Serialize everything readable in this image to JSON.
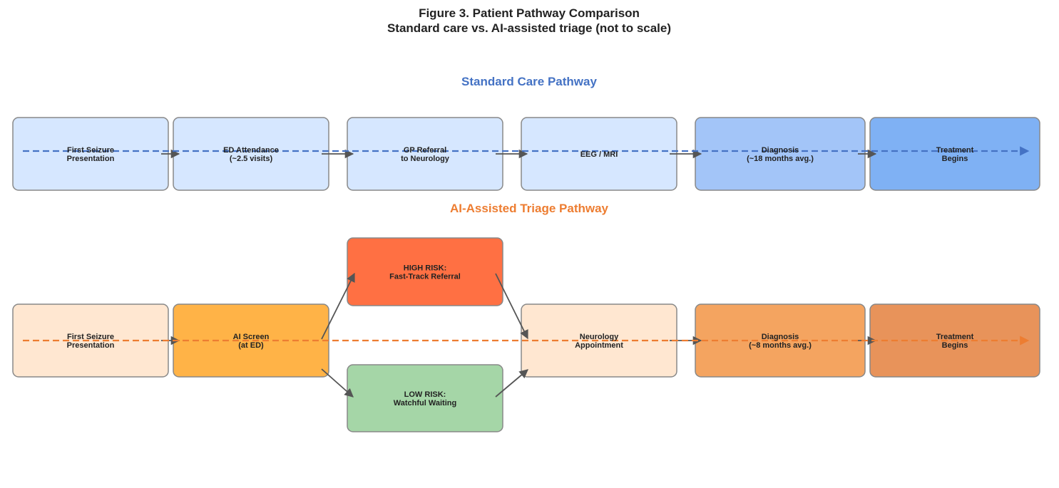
{
  "figure": {
    "title_line1": "Figure 3. Patient Pathway Comparison",
    "title_line2": "Standard care vs. AI-assisted triage (not to scale)"
  },
  "colors": {
    "standard_accent": "#4472C4",
    "ai_accent": "#ED7D31",
    "arrow": "#555555",
    "box_border": "#888888"
  },
  "standard": {
    "heading": "Standard Care Pathway",
    "steps": [
      {
        "id": "std-first-seizure",
        "lines": [
          "First Seizure",
          "Presentation"
        ],
        "fill": "#D6E7FF"
      },
      {
        "id": "std-ed-attendance",
        "lines": [
          "ED Attendance",
          "(~2.5 visits)"
        ],
        "fill": "#D6E7FF"
      },
      {
        "id": "std-gp-referral",
        "lines": [
          "GP Referral",
          "to Neurology"
        ],
        "fill": "#D6E7FF"
      },
      {
        "id": "std-eeg-mri",
        "lines": [
          "EEG / MRI"
        ],
        "fill": "#D6E7FF"
      },
      {
        "id": "std-diagnosis",
        "lines": [
          "Diagnosis",
          "(~18 months avg.)"
        ],
        "fill": "#A3C5F8"
      },
      {
        "id": "std-treatment",
        "lines": [
          "Treatment",
          "Begins"
        ],
        "fill": "#7FB1F4"
      }
    ]
  },
  "ai": {
    "heading": "AI-Assisted Triage Pathway",
    "steps": [
      {
        "id": "ai-first-seizure",
        "lines": [
          "First Seizure",
          "Presentation"
        ],
        "fill": "#FFE7D1"
      },
      {
        "id": "ai-screen",
        "lines": [
          "AI Screen",
          "(at ED)"
        ],
        "fill": "#FFB347"
      },
      {
        "id": "ai-high-risk",
        "lines": [
          "HIGH RISK:",
          "Fast-Track Referral"
        ],
        "fill": "#FF7043"
      },
      {
        "id": "ai-low-risk",
        "lines": [
          "LOW RISK:",
          "Watchful Waiting"
        ],
        "fill": "#A5D6A7"
      },
      {
        "id": "ai-neurology",
        "lines": [
          "Neurology",
          "Appointment"
        ],
        "fill": "#FFE7D1"
      },
      {
        "id": "ai-diagnosis",
        "lines": [
          "Diagnosis",
          "(~8 months avg.)"
        ],
        "fill": "#F4A460"
      },
      {
        "id": "ai-treatment",
        "lines": [
          "Treatment",
          "Begins"
        ],
        "fill": "#E8935A"
      }
    ]
  }
}
